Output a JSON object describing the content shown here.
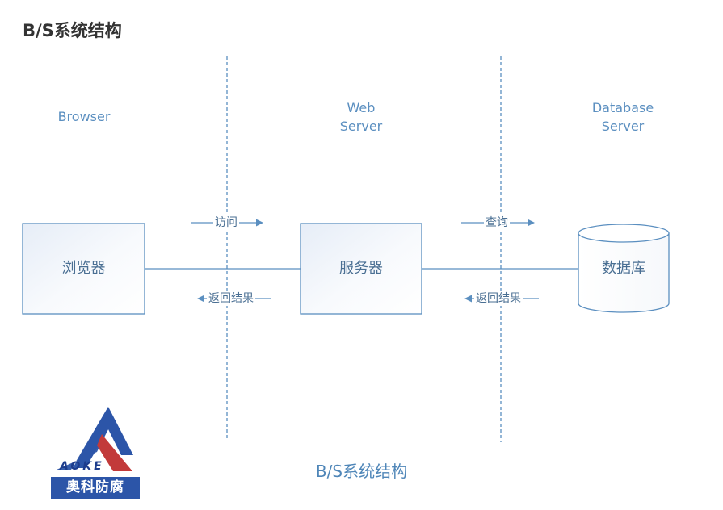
{
  "page_title": "B/S系统结构",
  "tiers": {
    "browser": "Browser",
    "web_server": [
      "Web",
      "Server"
    ],
    "database_server": [
      "Database",
      "Server"
    ]
  },
  "nodes": {
    "browser": "浏览器",
    "server": "服务器",
    "database": "数据库"
  },
  "flows": {
    "access": "访问",
    "query": "查询",
    "return_left": "返回结果",
    "return_right": "返回结果"
  },
  "caption": "B/S系统结构",
  "logo": {
    "name": "AOKE",
    "plate": "奥科防腐"
  },
  "colors": {
    "line": "#5b8fc0",
    "text": "#4a6f93",
    "logo_blue": "#2c55a8",
    "logo_red": "#c23a3a"
  }
}
